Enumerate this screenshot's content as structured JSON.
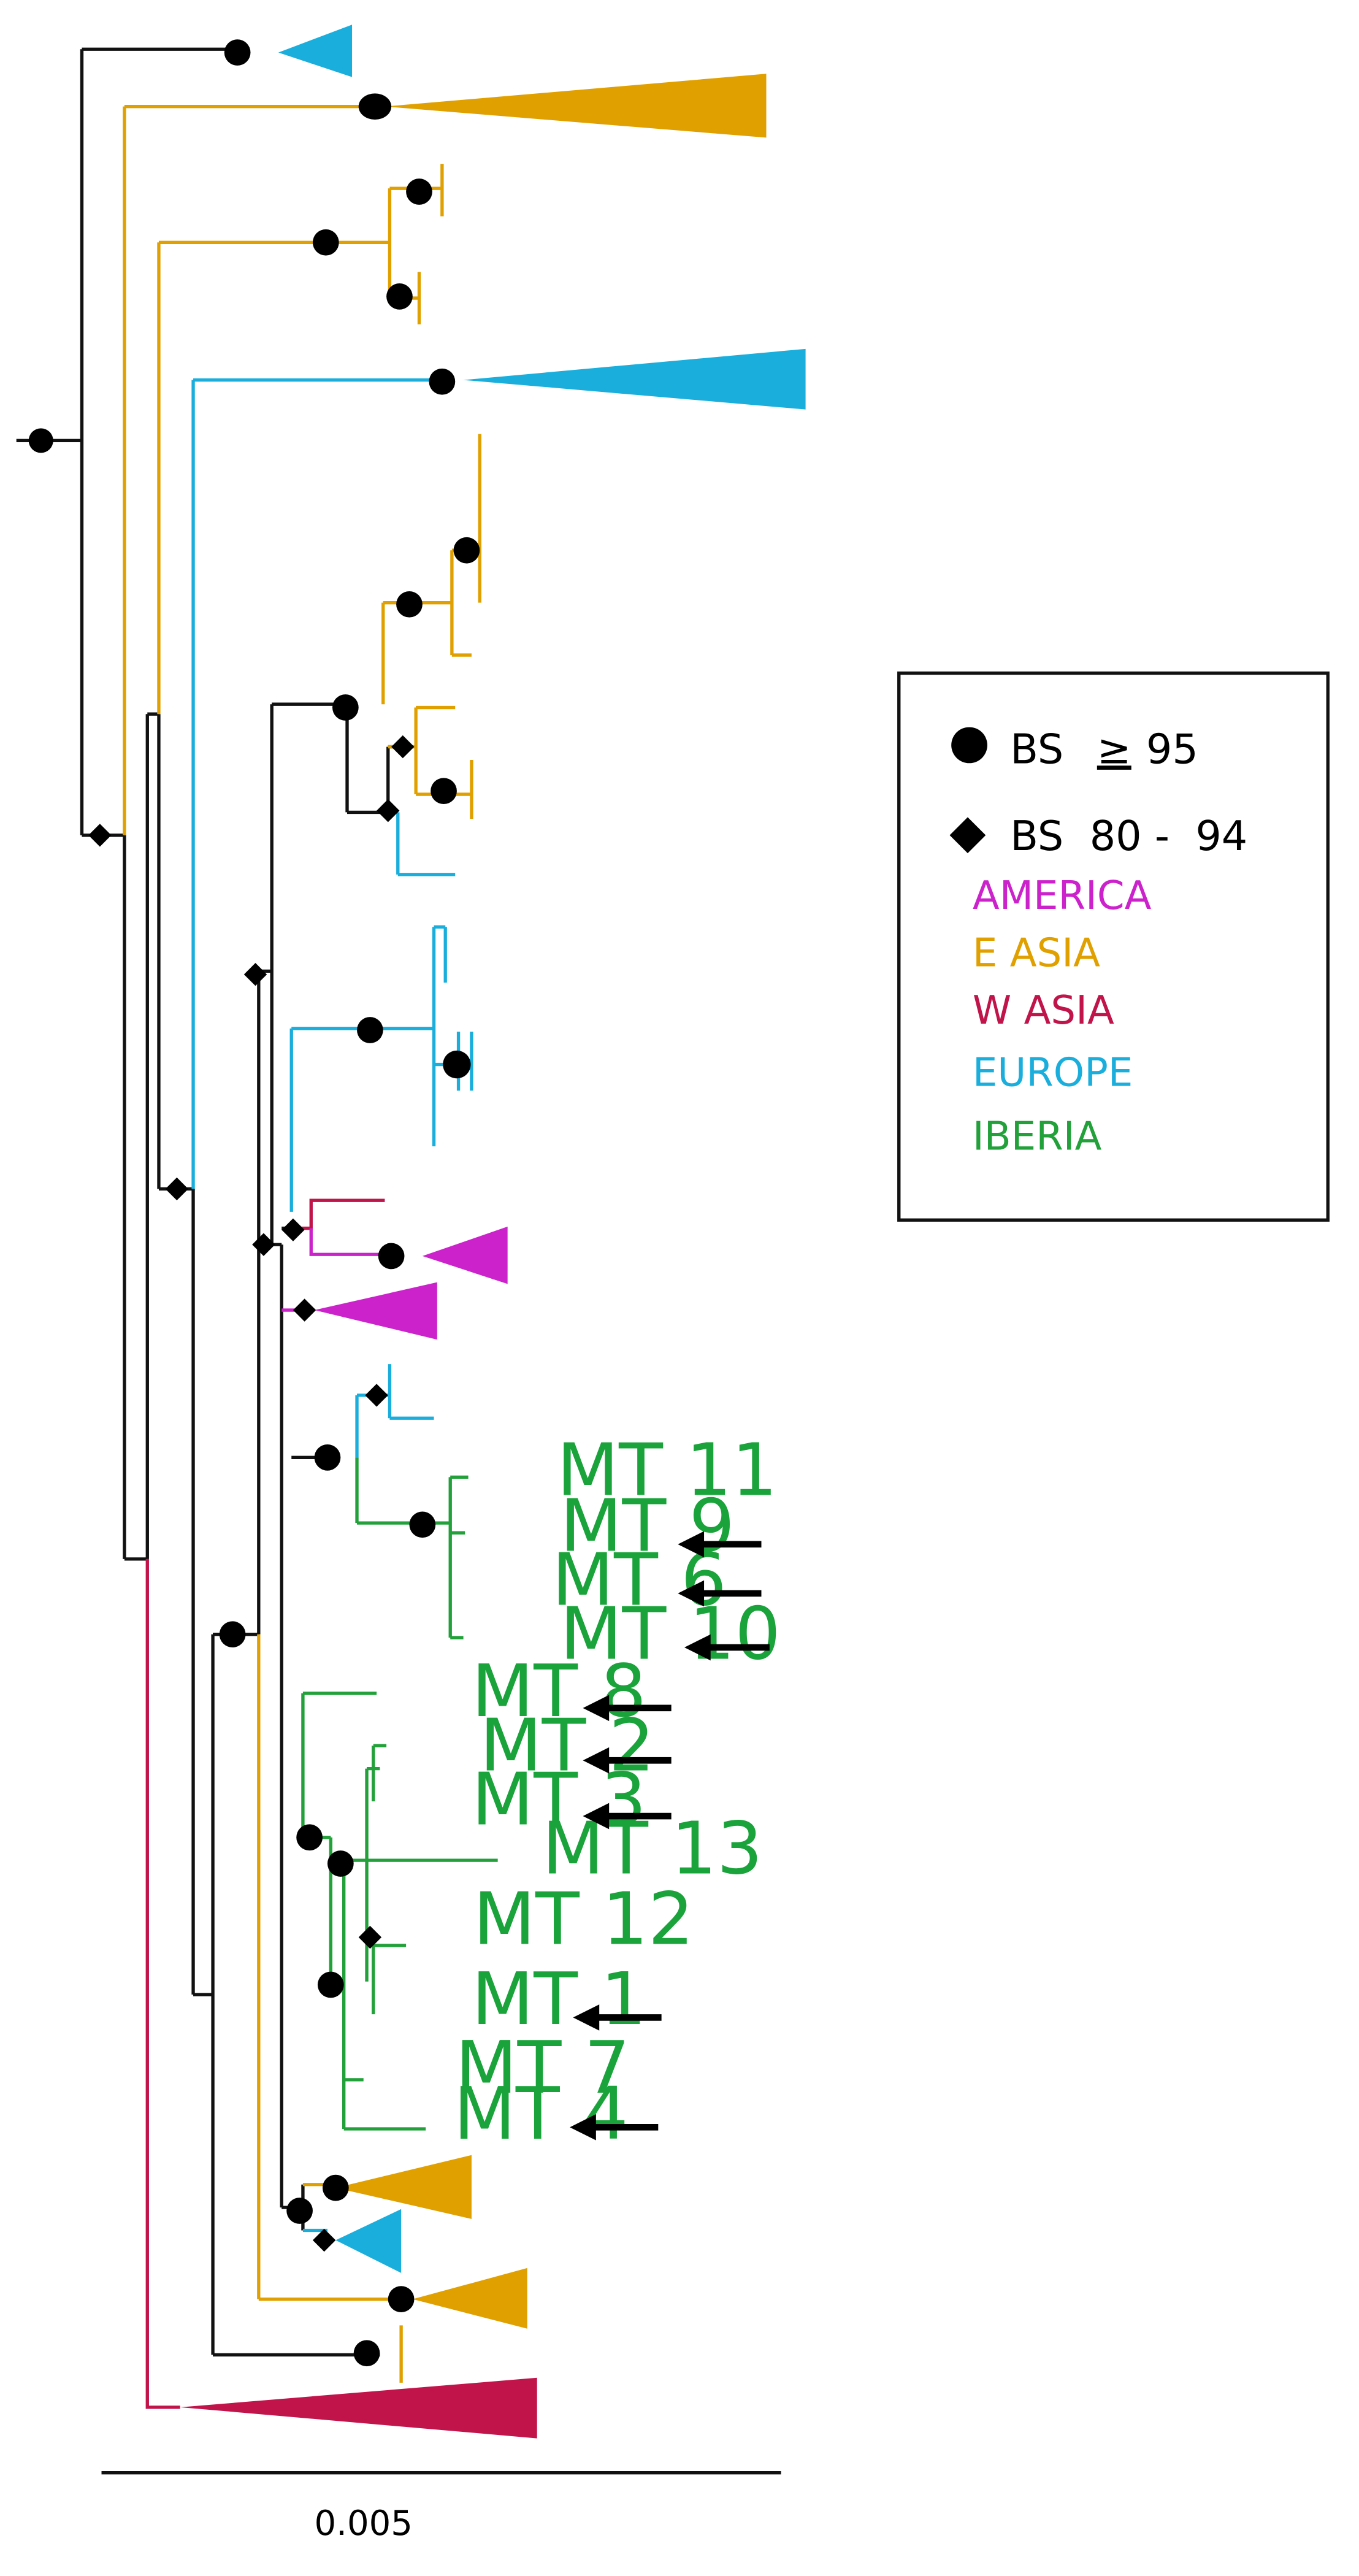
{
  "colors": {
    "black": "#111111",
    "america": "#cc22cc",
    "east_asia": "#e0a000",
    "west_asia": "#c0144a",
    "europe": "#1aaedc",
    "iberia": "#22a03a"
  },
  "legend": {
    "bs_high_label": "BS",
    "bs_high_value": "95",
    "bs_high_symbol": "≥",
    "bs_mid_label": "BS  80 -  94",
    "regions": [
      {
        "name": "AMERICA",
        "color": "#cc22cc"
      },
      {
        "name": "E ASIA",
        "color": "#e0a000"
      },
      {
        "name": "W ASIA",
        "color": "#c0144a"
      },
      {
        "name": "EUROPE",
        "color": "#1aaedc"
      },
      {
        "name": "IBERIA",
        "color": "#22a03a"
      }
    ]
  },
  "tips": [
    "MT 11",
    "MT 9",
    "MT 6",
    "MT 10",
    "MT 8",
    "MT 2",
    "MT 3",
    "MT 13",
    "MT 12",
    "MT 1",
    "MT 7",
    "MT 4"
  ],
  "arrow_tips": [
    "MT 9",
    "MT 6",
    "MT 10",
    "MT 8",
    "MT 2",
    "MT 3",
    "MT 1",
    "MT 4"
  ],
  "scale_bar": {
    "label": "0.005"
  }
}
